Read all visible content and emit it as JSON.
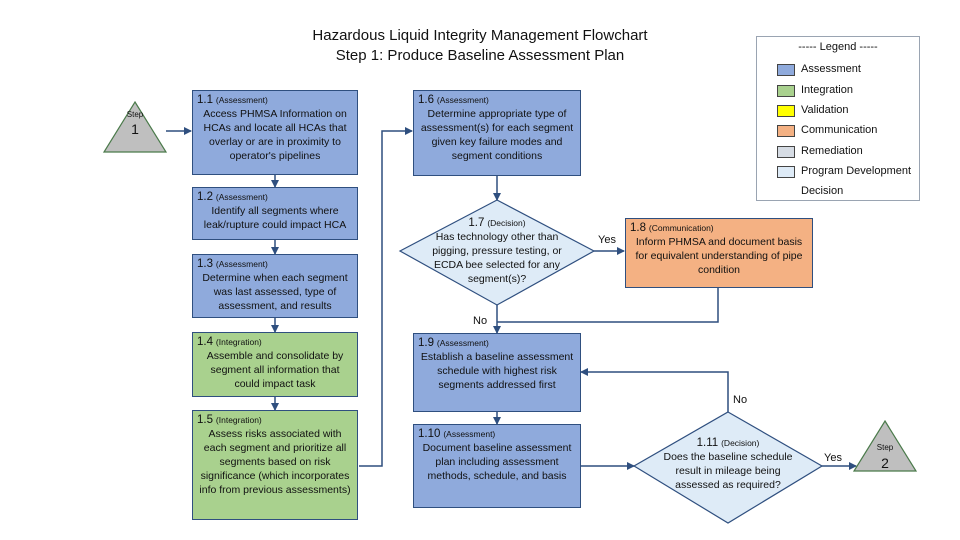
{
  "title": {
    "line1": "Hazardous Liquid Integrity Management Flowchart",
    "line2": "Step 1: Produce Baseline Assessment Plan"
  },
  "colors": {
    "assessment": "#8faadc",
    "integration": "#a9d18e",
    "validation": "#ffff00",
    "communication": "#f4b183",
    "remediation": "#d6dce4",
    "program_development": "#deebf7",
    "decision": "#deebf7",
    "step": "#bfbfbf"
  },
  "steps": {
    "start": {
      "label": "Step",
      "number": "1"
    },
    "end": {
      "label": "Step",
      "number": "2"
    }
  },
  "boxes": {
    "b11": {
      "num": "1.1",
      "tag": "(Assessment)",
      "text": "Access PHMSA Information on HCAs and locate all HCAs that overlay or are in proximity to operator's pipelines"
    },
    "b12": {
      "num": "1.2",
      "tag": "(Assessment)",
      "text": "Identify all segments where leak/rupture could impact HCA"
    },
    "b13": {
      "num": "1.3",
      "tag": "(Assessment)",
      "text": "Determine when each segment was last assessed, type of assessment, and results"
    },
    "b14": {
      "num": "1.4",
      "tag": "(Integration)",
      "text": "Assemble and consolidate by segment all information that could impact task"
    },
    "b15": {
      "num": "1.5",
      "tag": "(Integration)",
      "text": "Assess risks associated with each segment and prioritize all segments based on risk significance (which incorporates info from previous assessments)"
    },
    "b16": {
      "num": "1.6",
      "tag": "(Assessment)",
      "text": "Determine appropriate type of assessment(s) for each segment given key failure modes and segment conditions"
    },
    "b18": {
      "num": "1.8",
      "tag": "(Communication)",
      "text": "Inform PHMSA and document basis for equivalent understanding of pipe condition"
    },
    "b19": {
      "num": "1.9",
      "tag": "(Assessment)",
      "text": "Establish a baseline assessment schedule with highest risk segments addressed first"
    },
    "b110": {
      "num": "1.10",
      "tag": "(Assessment)",
      "text": "Document baseline assessment plan including assessment methods, schedule, and basis"
    }
  },
  "decisions": {
    "d17": {
      "num": "1.7",
      "tag": "(Decision)",
      "text": "Has technology other than pigging, pressure testing, or ECDA bee selected for any segment(s)?"
    },
    "d111": {
      "num": "1.11",
      "tag": "(Decision)",
      "text": "Does the baseline schedule result in mileage being assessed as required?"
    }
  },
  "flow_labels": {
    "yes_17": "Yes",
    "no_17": "No",
    "no_111": "No",
    "yes_111": "Yes"
  },
  "legend": {
    "title": "----- Legend -----",
    "items": [
      {
        "label": "Assessment",
        "shape": "rect",
        "color": "#8faadc"
      },
      {
        "label": "Integration",
        "shape": "rect",
        "color": "#a9d18e"
      },
      {
        "label": "Validation",
        "shape": "rect",
        "color": "#ffff00"
      },
      {
        "label": "Communication",
        "shape": "rect",
        "color": "#f4b183"
      },
      {
        "label": "Remediation",
        "shape": "rect",
        "color": "#d6dce4"
      },
      {
        "label": "Program Development",
        "shape": "rect",
        "color": "#deebf7"
      },
      {
        "label": "Decision",
        "shape": "diamond",
        "color": "#deebf7"
      }
    ]
  }
}
